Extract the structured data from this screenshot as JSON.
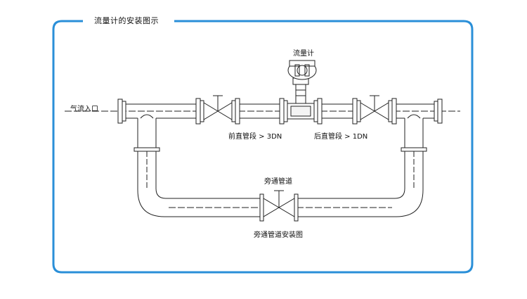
{
  "diagram": {
    "title": "流量计的安装图示",
    "labels": {
      "meter": "流量计",
      "inlet": "气流入口",
      "upstream": "前直管段 > 3DN",
      "downstream": "后直管段 > 1DN",
      "bypass": "旁通管道",
      "caption": "旁通管道安装图"
    },
    "colors": {
      "frame": "#2a8fd8",
      "line": "#222222"
    }
  }
}
